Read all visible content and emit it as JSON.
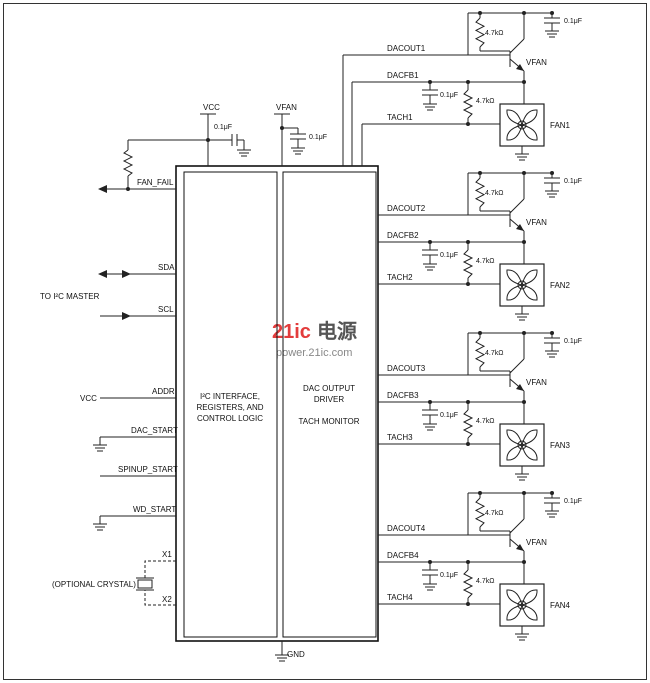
{
  "watermark": {
    "brand_left": "21ic",
    "brand_right": "电源",
    "url": "power.21ic.com"
  },
  "chip": {
    "left_pins": [
      "FAN_FAIL",
      "SDA",
      "SCL",
      "ADDR",
      "DAC_START",
      "SPINUP_START",
      "WD_START",
      "X1",
      "X2"
    ],
    "block_left": [
      "I²C INTERFACE,",
      "REGISTERS, AND",
      "CONTROL LOGIC"
    ],
    "block_right_top": [
      "DAC OUTPUT",
      "DRIVER"
    ],
    "block_right_bottom": "TACH MONITOR",
    "vcc": "VCC",
    "vfan": "VFAN",
    "gnd": "GND"
  },
  "host": {
    "master_label": "TO I²C MASTER",
    "vcc_label": "VCC",
    "crystal_label": "(OPTIONAL CRYSTAL)"
  },
  "components": {
    "cap": "0.1μF",
    "res": "4.7kΩ"
  },
  "fans": [
    {
      "name": "FAN1",
      "dacout": "DACOUT1",
      "dacfb": "DACFB1",
      "tach": "TACH1",
      "vfan": "VFAN"
    },
    {
      "name": "FAN2",
      "dacout": "DACOUT2",
      "dacfb": "DACFB2",
      "tach": "TACH2",
      "vfan": "VFAN"
    },
    {
      "name": "FAN3",
      "dacout": "DACOUT3",
      "dacfb": "DACFB3",
      "tach": "TACH3",
      "vfan": "VFAN"
    },
    {
      "name": "FAN4",
      "dacout": "DACOUT4",
      "dacfb": "DACFB4",
      "tach": "TACH4",
      "vfan": "VFAN"
    }
  ]
}
